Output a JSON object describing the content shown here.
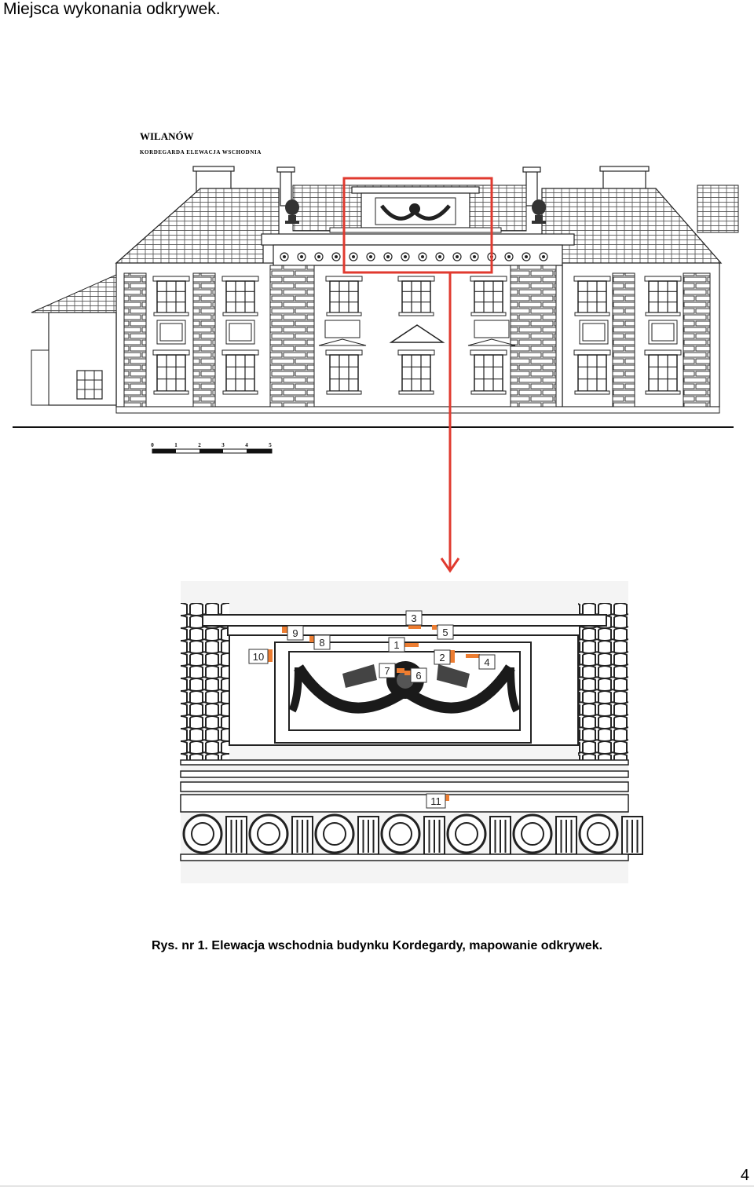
{
  "page": {
    "title": "Miejsca wykonania odkrywek.",
    "caption": "Rys. nr 1. Elewacja wschodnia budynku Kordegardy, mapowanie odkrywek.",
    "page_number": "4"
  },
  "drawing": {
    "plan_title": "WILANÓW",
    "plan_subtitle": "KORDEGARDA ELEWACJA WSCHODNIA",
    "scale_labels": [
      "0",
      "1",
      "2",
      "3",
      "4",
      "5"
    ]
  },
  "markers": [
    "1",
    "2",
    "3",
    "4",
    "5",
    "6",
    "7",
    "8",
    "9",
    "10",
    "11"
  ],
  "colors": {
    "highlight": "#e03a2f",
    "marker": "#ed7d31",
    "line": "#1a1a1a"
  }
}
